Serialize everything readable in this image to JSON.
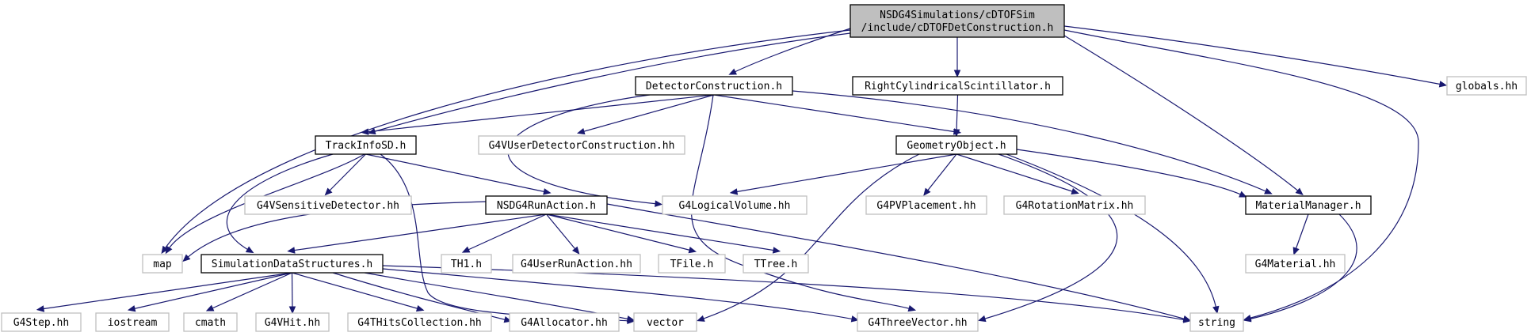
{
  "colors": {
    "edge": "#191970",
    "root_fill": "#bfbfbf",
    "root_border": "#000000",
    "node_border": "#000000",
    "external_border": "#bfbfbf",
    "text": "#000000",
    "external_text": "#000000"
  },
  "nodes": {
    "root": {
      "lines": [
        "NSDG4Simulations/cDTOFSim",
        "/include/cDTOFDetConstruction.h"
      ],
      "kind": "root"
    },
    "detector_construction": {
      "lines": [
        "DetectorConstruction.h"
      ],
      "kind": "header"
    },
    "right_cyl": {
      "lines": [
        "RightCylindricalScintillator.h"
      ],
      "kind": "header"
    },
    "globals": {
      "lines": [
        "globals.hh"
      ],
      "kind": "external"
    },
    "trackinfo": {
      "lines": [
        "TrackInfoSD.h"
      ],
      "kind": "header"
    },
    "g4vuserdet": {
      "lines": [
        "G4VUserDetectorConstruction.hh"
      ],
      "kind": "external"
    },
    "geometry": {
      "lines": [
        "GeometryObject.h"
      ],
      "kind": "header"
    },
    "g4vsens": {
      "lines": [
        "G4VSensitiveDetector.hh"
      ],
      "kind": "external"
    },
    "runaction": {
      "lines": [
        "NSDG4RunAction.h"
      ],
      "kind": "header"
    },
    "g4logvol": {
      "lines": [
        "G4LogicalVolume.hh"
      ],
      "kind": "external"
    },
    "g4pvplace": {
      "lines": [
        "G4PVPlacement.hh"
      ],
      "kind": "external"
    },
    "g4rotmat": {
      "lines": [
        "G4RotationMatrix.hh"
      ],
      "kind": "external"
    },
    "matmgr": {
      "lines": [
        "MaterialManager.h"
      ],
      "kind": "header"
    },
    "map": {
      "lines": [
        "map"
      ],
      "kind": "external"
    },
    "simdata": {
      "lines": [
        "SimulationDataStructures.h"
      ],
      "kind": "header"
    },
    "th1": {
      "lines": [
        "TH1.h"
      ],
      "kind": "external"
    },
    "g4userrun": {
      "lines": [
        "G4UserRunAction.hh"
      ],
      "kind": "external"
    },
    "tfile": {
      "lines": [
        "TFile.h"
      ],
      "kind": "external"
    },
    "ttree": {
      "lines": [
        "TTree.h"
      ],
      "kind": "external"
    },
    "g4material": {
      "lines": [
        "G4Material.hh"
      ],
      "kind": "external"
    },
    "g4step": {
      "lines": [
        "G4Step.hh"
      ],
      "kind": "external"
    },
    "iostream": {
      "lines": [
        "iostream"
      ],
      "kind": "external"
    },
    "cmath": {
      "lines": [
        "cmath"
      ],
      "kind": "external"
    },
    "g4vhit": {
      "lines": [
        "G4VHit.hh"
      ],
      "kind": "external"
    },
    "g4thits": {
      "lines": [
        "G4THitsCollection.hh"
      ],
      "kind": "external"
    },
    "g4alloc": {
      "lines": [
        "G4Allocator.hh"
      ],
      "kind": "external"
    },
    "vector": {
      "lines": [
        "vector"
      ],
      "kind": "external"
    },
    "g4threevec": {
      "lines": [
        "G4ThreeVector.hh"
      ],
      "kind": "external"
    },
    "string": {
      "lines": [
        "string"
      ],
      "kind": "external"
    }
  },
  "edges": [
    [
      "root",
      "detector_construction"
    ],
    [
      "root",
      "right_cyl"
    ],
    [
      "root",
      "globals"
    ],
    [
      "root",
      "trackinfo"
    ],
    [
      "root",
      "matmgr"
    ],
    [
      "root",
      "map"
    ],
    [
      "root",
      "string"
    ],
    [
      "detector_construction",
      "trackinfo"
    ],
    [
      "detector_construction",
      "g4vuserdet"
    ],
    [
      "detector_construction",
      "geometry"
    ],
    [
      "detector_construction",
      "g4logvol"
    ],
    [
      "detector_construction",
      "matmgr"
    ],
    [
      "detector_construction",
      "g4threevec"
    ],
    [
      "right_cyl",
      "geometry"
    ],
    [
      "trackinfo",
      "g4vsens"
    ],
    [
      "trackinfo",
      "runaction"
    ],
    [
      "trackinfo",
      "simdata"
    ],
    [
      "trackinfo",
      "map"
    ],
    [
      "trackinfo",
      "vector"
    ],
    [
      "geometry",
      "g4logvol"
    ],
    [
      "geometry",
      "g4pvplace"
    ],
    [
      "geometry",
      "g4rotmat"
    ],
    [
      "geometry",
      "matmgr"
    ],
    [
      "geometry",
      "vector"
    ],
    [
      "geometry",
      "g4threevec"
    ],
    [
      "geometry",
      "string"
    ],
    [
      "runaction",
      "map"
    ],
    [
      "runaction",
      "simdata"
    ],
    [
      "runaction",
      "th1"
    ],
    [
      "runaction",
      "g4userrun"
    ],
    [
      "runaction",
      "tfile"
    ],
    [
      "runaction",
      "ttree"
    ],
    [
      "runaction",
      "string"
    ],
    [
      "matmgr",
      "g4material"
    ],
    [
      "matmgr",
      "string"
    ],
    [
      "simdata",
      "g4step"
    ],
    [
      "simdata",
      "iostream"
    ],
    [
      "simdata",
      "cmath"
    ],
    [
      "simdata",
      "g4vhit"
    ],
    [
      "simdata",
      "g4thits"
    ],
    [
      "simdata",
      "g4alloc"
    ],
    [
      "simdata",
      "vector"
    ],
    [
      "simdata",
      "g4threevec"
    ],
    [
      "simdata",
      "string"
    ]
  ]
}
